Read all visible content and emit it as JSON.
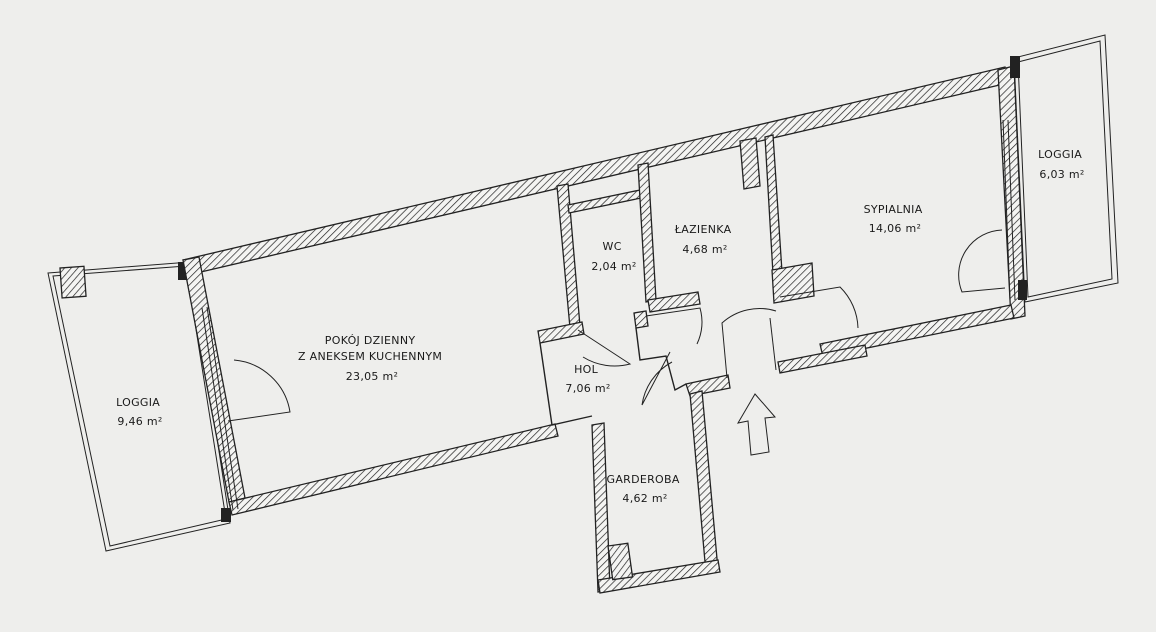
{
  "rooms": [
    {
      "id": "loggia-left",
      "lines": [
        "LOGGIA",
        "9,46 m²"
      ]
    },
    {
      "id": "living",
      "lines": [
        "POKÓJ DZIENNY",
        "Z ANEKSEM KUCHENNYM",
        "23,05 m²"
      ]
    },
    {
      "id": "wc",
      "lines": [
        "WC",
        "2,04 m²"
      ]
    },
    {
      "id": "bathroom",
      "lines": [
        "ŁAZIENKA",
        "4,68 m²"
      ]
    },
    {
      "id": "bedroom",
      "lines": [
        "SYPIALNIA",
        "14,06 m²"
      ]
    },
    {
      "id": "loggia-right",
      "lines": [
        "LOGGIA",
        "6,03 m²"
      ]
    },
    {
      "id": "hall",
      "lines": [
        "HOL",
        "7,06 m²"
      ]
    },
    {
      "id": "wardrobe",
      "lines": [
        "GARDEROBA",
        "4,62 m²"
      ]
    }
  ]
}
